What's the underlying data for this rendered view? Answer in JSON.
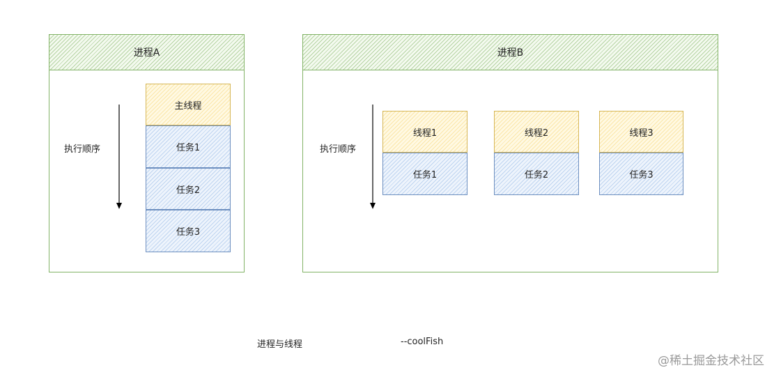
{
  "process_a": {
    "title": "进程A",
    "order_label": "执行顺序",
    "main_thread": "主线程",
    "tasks": [
      "任务1",
      "任务2",
      "任务3"
    ]
  },
  "process_b": {
    "title": "进程B",
    "order_label": "执行顺序",
    "threads": [
      "线程1",
      "线程2",
      "线程3"
    ],
    "tasks": [
      "任务1",
      "任务2",
      "任务3"
    ]
  },
  "caption": "进程与线程",
  "author": "--coolFish",
  "watermark": "@稀土掘金技术社区",
  "colors": {
    "process_border": "#82b366",
    "thread_fill": "#fff2cc",
    "thread_border": "#d6b656",
    "task_fill": "#dae8fc",
    "task_border": "#6c8ebf"
  }
}
